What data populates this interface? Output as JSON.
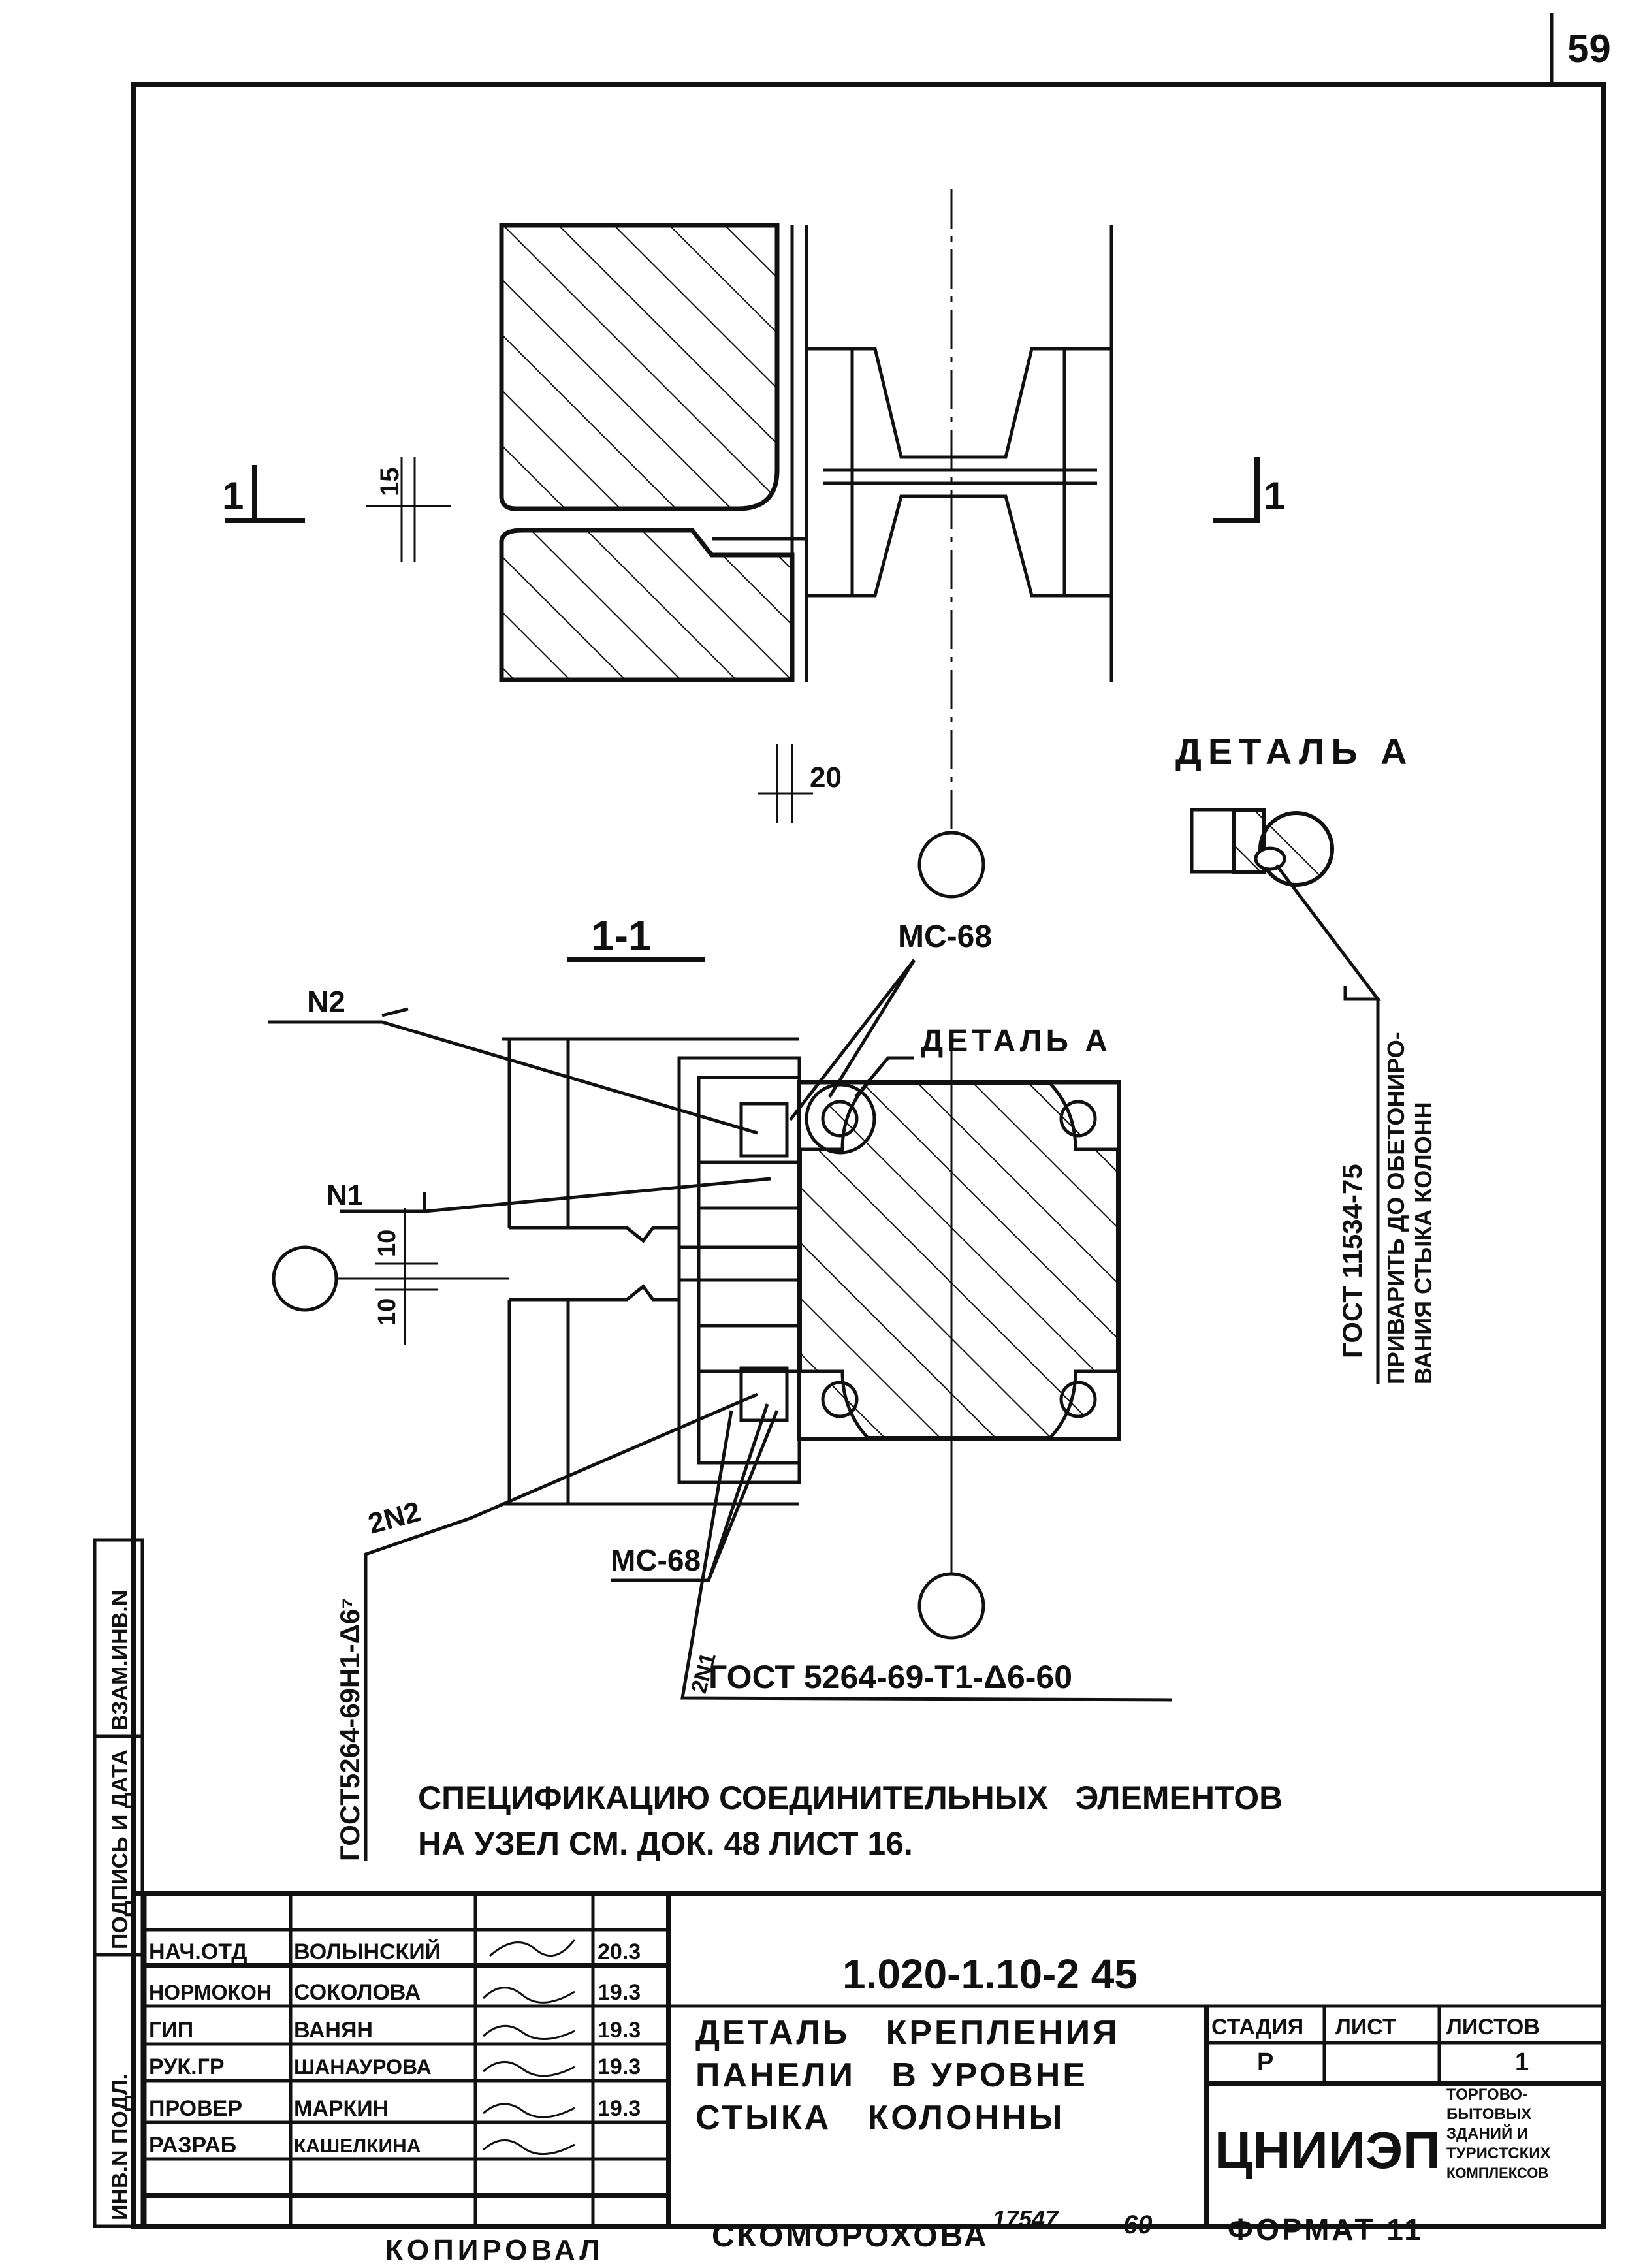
{
  "page_number": "59",
  "side_stamp": {
    "replace_inv": "ВЗАМ.ИНВ.N",
    "signature_date": "ПОДПИСЬ И ДАТА",
    "orig_inv": "ИНВ.N ПОДЛ."
  },
  "drawing": {
    "section_mark": "1",
    "dim_15": "15",
    "dim_20": "20",
    "dim_10a": "10",
    "dim_10b": "10",
    "section_title": "1-1",
    "label_n2": "N2",
    "label_n1": "N1",
    "label_2n2": "2N2",
    "label_2n1": "2N1",
    "label_mc68_top": "МС-68",
    "label_mc68_bottom": "МС-68",
    "label_detail_a": "ДЕТАЛЬ А",
    "gost_vertical": "ГОСТ5264-69Н1-Δ6⁷",
    "gost_bottom": "ГОСТ 5264-69-Т1-Δ6-60",
    "detail_a_title": "ДЕТАЛЬ А",
    "detail_gost": "ГОСТ 11534-75",
    "detail_note_1": "ПРИВАРИТЬ ДО ОБЕТОНИРО-",
    "detail_note_2": "ВАНИЯ СТЫКА КОЛОНН",
    "note_line_1": "СПЕЦИФИКАЦИЮ СОЕДИНИТЕЛЬНЫХ   ЭЛЕМЕНТОВ",
    "note_line_2": "НА УЗЕЛ СМ. ДОК. 48 ЛИСТ 16."
  },
  "title_block": {
    "document_code": "1.020-1.10-2 45",
    "title_lines": [
      "ДЕТАЛЬ   КРЕПЛЕНИЯ",
      "ПАНЕЛИ   В УРОВНЕ",
      "СТЫКА   КОЛОННЫ"
    ],
    "signatures": [
      {
        "role": "НАЧ.ОТД",
        "name": "ВОЛЫНСКИЙ",
        "date": "20.3"
      },
      {
        "role": "НОРМОКОН",
        "name": "СОКОЛОВА",
        "date": "19.3"
      },
      {
        "role": "ГИП",
        "name": "ВАНЯН",
        "date": "19.3"
      },
      {
        "role": "РУК.ГР",
        "name": "ШАНАУРОВА",
        "date": "19.3"
      },
      {
        "role": "ПРОВЕР",
        "name": "МАРКИН",
        "date": "19.3"
      },
      {
        "role": "РАЗРАБ",
        "name": "КАШЕЛКИНА",
        "date": ""
      }
    ],
    "stage_header": "СТАДИЯ",
    "sheet_header": "ЛИСТ",
    "sheets_header": "ЛИСТОВ",
    "stage": "Р",
    "sheet": "",
    "sheets": "1",
    "org": "ЦНИИЭП",
    "org_sub": [
      "ТОРГОВО-",
      "БЫТОВЫХ",
      "ЗДАНИЙ И",
      "ТУРИСТСКИХ",
      "КОМПЛЕКСОВ"
    ]
  },
  "footer": {
    "copied_label": "КОПИРОВАЛ",
    "copier": "СКОМОРОХОВА",
    "order_no": "17547",
    "count": "60",
    "format": "ФОРМАТ 11"
  }
}
